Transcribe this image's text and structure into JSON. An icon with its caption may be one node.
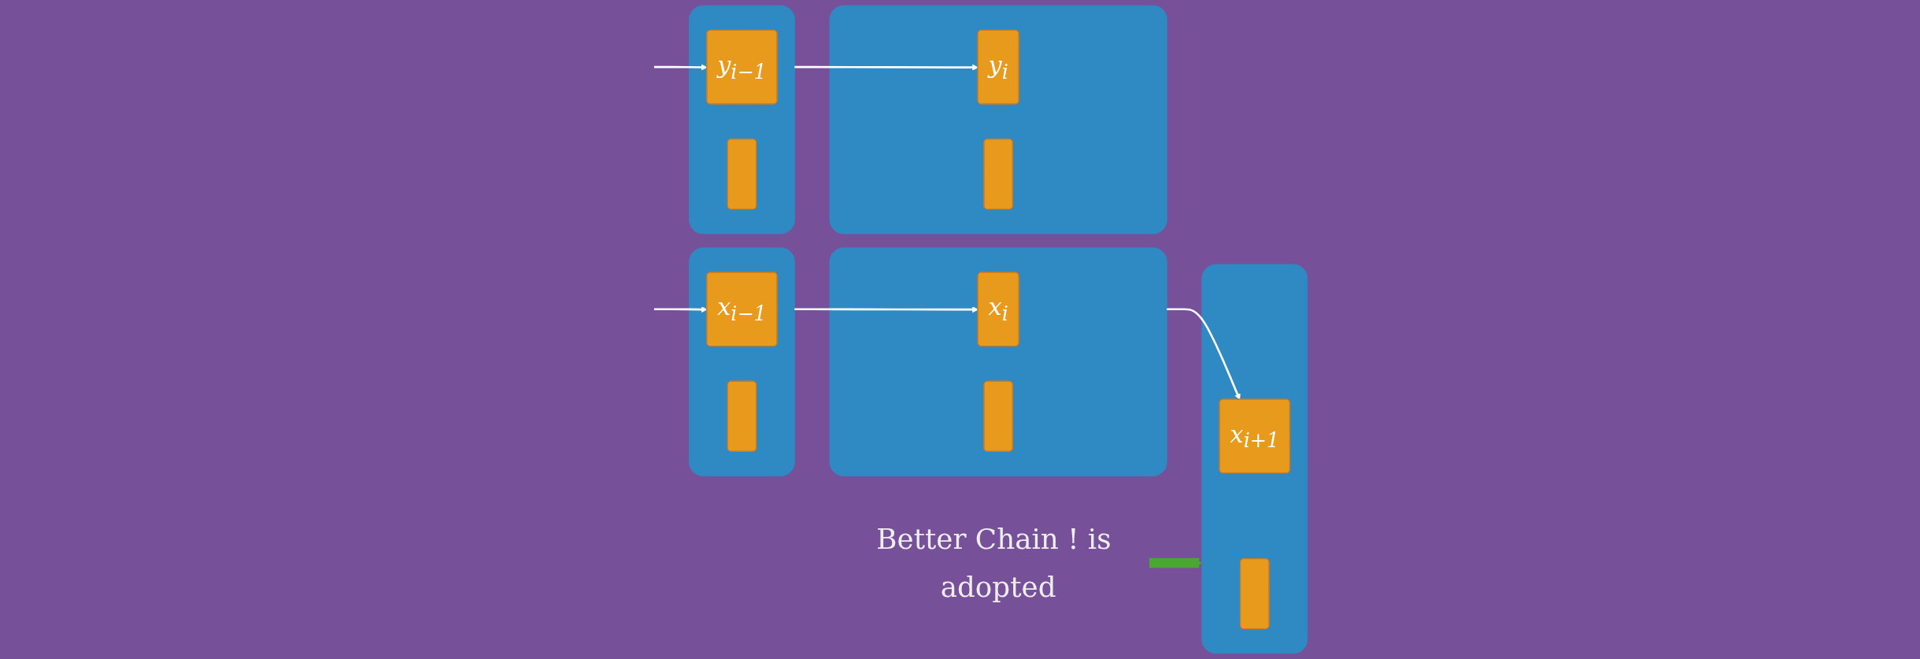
{
  "diagram": {
    "nodes": [
      {
        "text": [],
        "shape": "box"
      },
      {
        "text": [
          "x$_{i−1}$"
        ],
        "in": 0
      },
      {
        "text": [],
        "shape": "box",
        "in": 0
      },
      {
        "text": [],
        "shape": "box"
      },
      {
        "text": [
          "x$_{i}$"
        ],
        "in": 3
      },
      {
        "text": [],
        "shape": "box",
        "in": 3
      },
      {
        "text": [],
        "shape": "box"
      },
      {
        "text": [
          "x$_{i+1}$"
        ],
        "in": 6
      },
      {
        "text": [],
        "shape": "box",
        "in": 6
      },
      {
        "text": [],
        "shape": "box"
      },
      {
        "text": [
          "y$_{i−1}$"
        ],
        "in": 9
      },
      {
        "text": [],
        "shape": "box",
        "in": 9
      },
      {
        "text": [],
        "shape": "box"
      },
      {
        "text": [
          "y$_{i}$"
        ],
        "in": 12
      },
      {
        "text": [],
        "shape": "box",
        "in": 12
      },
      {
        "text": [
          "Better Chain ! is adopted"
        ]
      }
    ],
    "edges": [
      {
        "from": null,
        "to": 1,
        "arrow": "to"
      },
      {
        "from": 0,
        "to": 4,
        "arrow": "to"
      },
      {
        "from": 3,
        "to": 7,
        "arrow": "to"
      },
      {
        "from": null,
        "to": 10,
        "arrow": "to"
      },
      {
        "from": 9,
        "to": 13,
        "arrow": "to"
      },
      {
        "from": 15,
        "to": 6,
        "arrow": "to",
        "style": "thick",
        "color": "#4aa832"
      }
    ]
  }
}
